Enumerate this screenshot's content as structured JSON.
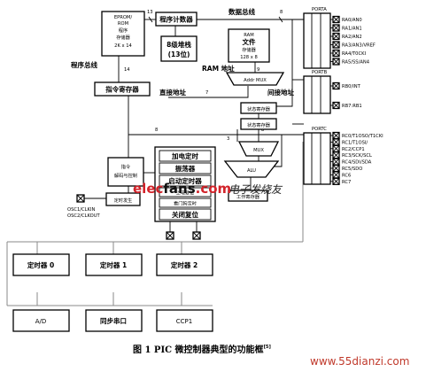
{
  "blocks": {
    "eprom": {
      "line1": "EPROM/",
      "line2": "ROM",
      "line3": "程序",
      "line4": "存储器",
      "size": "2K x 14"
    },
    "program_counter": "程序计数器",
    "stack": {
      "line1": "8级堆栈",
      "line2": "(13位)"
    },
    "ram": {
      "line1": "RAM",
      "line2": "文件",
      "line3": "存储器",
      "size": "128 x 8"
    },
    "instruction_register": "指令寄存器",
    "instruction_decode": {
      "line1": "指令",
      "line2": "解码与控制"
    },
    "timing": "定时发生",
    "power": {
      "line1": "加电定时",
      "line2": "振荡器",
      "line3": "启动定时器",
      "line4": "上电复位",
      "line5": "看门狗定时",
      "line6": "关闭复位"
    },
    "fsr": "状态寄存器",
    "status": "状态寄存器",
    "mux": "MUX",
    "alu": "ALU",
    "w_reg": "工作寄存器",
    "addr_mux": "Addr MUX",
    "timer0": "定时器 0",
    "timer1": "定时器 1",
    "timer2": "定时器 2",
    "ad": "A/D",
    "sync_serial": "同步串口",
    "ccp1": "CCP1"
  },
  "labels": {
    "data_bus": "数据总线",
    "program_bus": "程序总线",
    "ram_addr": "RAM 地址",
    "direct_addr": "直接地址",
    "indirect_addr": "间接地址",
    "osc": "OSC1/CLKIN",
    "osc2": "OSC2/CLKOUT",
    "bus13": "13",
    "bus8": "8",
    "bus14": "14",
    "bus9": "9",
    "bus7": "7",
    "bus3": "3",
    "bus8b": "8",
    "bus8c": "8"
  },
  "ports": {
    "porta": {
      "name": "PORTA",
      "pins": [
        "RA0/AN0",
        "RA1/AN1",
        "RA2/AN2",
        "RA3/AN3/VREF",
        "RA4/T0CKI",
        "RA5/SS/AN4"
      ]
    },
    "portb": {
      "name": "PORTB",
      "pins": [
        "RB0/INT",
        "RB7:RB1"
      ]
    },
    "portc": {
      "name": "PORTC",
      "pins": [
        "RC0/T1OSO/T1CKI",
        "RC1/T1OSI/",
        "RC2/CCP1",
        "RC3/SCK/SCL",
        "RC4/SDI/SDA",
        "RC5/SDO",
        "RC6",
        "RC7"
      ]
    }
  },
  "caption": "图 1  PIC 微控制器典型的功能框",
  "caption_sup": "[5]",
  "watermark": {
    "elec": "elec",
    "fans": "fans",
    "com": ".com",
    "cn": "电子发烧友",
    "url": "www.55dianzi.com"
  }
}
